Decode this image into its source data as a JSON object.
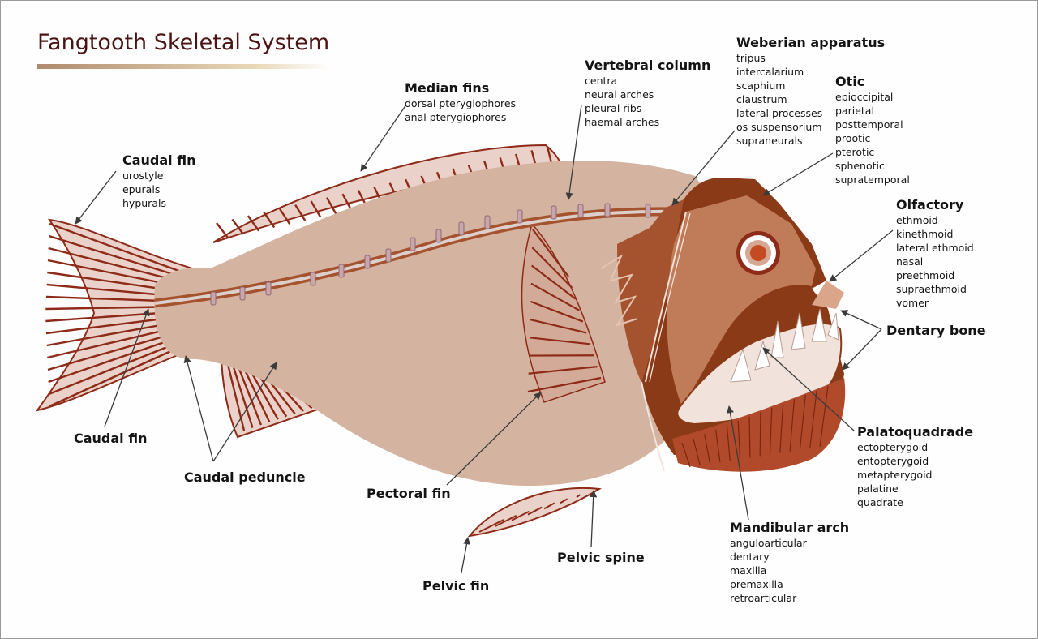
{
  "title": "Fangtooth Skeletal System",
  "labels": {
    "caudal_fin_top": {
      "heading": "Caudal fin",
      "items": [
        "urostyle",
        "epurals",
        "hypurals"
      ]
    },
    "median_fins": {
      "heading": "Median fins",
      "items": [
        "dorsal pterygiophores",
        "anal pterygiophores"
      ]
    },
    "vertebral_column": {
      "heading": "Vertebral column",
      "items": [
        "centra",
        "neural arches",
        "pleural ribs",
        "haemal arches"
      ]
    },
    "weberian_apparatus": {
      "heading": "Weberian apparatus",
      "items": [
        "tripus",
        "intercalarium",
        "scaphium",
        "claustrum",
        "lateral processes",
        "os suspensorium",
        "supraneurals"
      ]
    },
    "otic": {
      "heading": "Otic",
      "items": [
        "epioccipital",
        "parietal",
        "posttemporal",
        "prootic",
        "pterotic",
        "sphenotic",
        "supratemporal"
      ]
    },
    "olfactory": {
      "heading": "Olfactory",
      "items": [
        "ethmoid",
        "kinethmoid",
        "lateral ethmoid",
        "nasal",
        "preethmoid",
        "supraethmoid",
        "vomer"
      ]
    },
    "palatoquadrade": {
      "heading": "Palatoquadrade",
      "items": [
        "ectopterygoid",
        "entopterygoid",
        "metapterygoid",
        "palatine",
        "quadrate"
      ]
    },
    "mandibular_arch": {
      "heading": "Mandibular arch",
      "items": [
        "anguloarticular",
        "dentary",
        "maxilla",
        "premaxilla",
        "retroarticular"
      ]
    }
  },
  "callouts": {
    "dentary_bone": "Dentary bone",
    "caudal_fin_bottom": "Caudal fin",
    "caudal_peduncle": "Caudal peduncle",
    "pectoral_fin": "Pectoral fin",
    "pelvic_spine": "Pelvic spine",
    "pelvic_fin": "Pelvic fin"
  },
  "colors": {
    "body": "#d4b3a0",
    "fin_ray": "#8e2a18",
    "fin_membrane": "#e8ccc4",
    "head_dark": "#8b3a17",
    "head_mid": "#c07c58",
    "vertebra": "#a5522e",
    "title": "#4a1414"
  }
}
